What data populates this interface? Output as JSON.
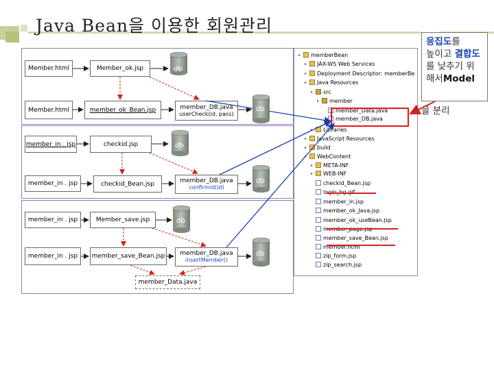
{
  "title": "Java Bean을 이용한 회원관리",
  "db_label": "db",
  "panels": [
    {
      "row1": {
        "left": "Member.html",
        "right": "Member_ok.jsp"
      },
      "row2": {
        "left": "Member.html",
        "mid": "member_ok_Bean.jsp",
        "right": "member_DB.java",
        "right_sub": "userCheck(id, pass)"
      }
    },
    {
      "row1": {
        "left": "member_in . jsp",
        "right": "checkid.jsp"
      },
      "row2": {
        "left": "member_in . jsp",
        "mid": "checkid_Bean.jsp",
        "right": "member_DB.java",
        "right_sub": "confirmid(id)"
      }
    },
    {
      "row1": {
        "left": "member_in . jsp",
        "right": "Member_save.jsp"
      },
      "row2": {
        "left": "member_in . jsp",
        "mid": "member_save_Bean.jsp",
        "right": "member_DB.java",
        "right_sub": "insertMember()"
      },
      "bottom": "member_Data.java"
    }
  ],
  "tree": [
    {
      "text": "memberBean",
      "level": 0,
      "icon": "project-icon"
    },
    {
      "text": "JAX-WS Web Services",
      "level": 1,
      "icon": "folder-icon"
    },
    {
      "text": "Deployment Descriptor: memberBe",
      "level": 1,
      "icon": "folder-icon"
    },
    {
      "text": "Java Resources",
      "level": 1,
      "icon": "folder-icon"
    },
    {
      "text": "src",
      "level": 2,
      "icon": "package-icon"
    },
    {
      "text": "member",
      "level": 3,
      "icon": "package-icon"
    },
    {
      "text": "member_Data.java",
      "level": 4,
      "icon": "java-file-icon"
    },
    {
      "text": "member_DB.java",
      "level": 4,
      "icon": "java-file-icon"
    },
    {
      "text": "Libraries",
      "level": 2,
      "icon": "folder-icon"
    },
    {
      "text": "JavaScript Resources",
      "level": 1,
      "icon": "folder-icon"
    },
    {
      "text": "build",
      "level": 1,
      "icon": "folder-icon"
    },
    {
      "text": "WebContent",
      "level": 1,
      "icon": "folder-icon"
    },
    {
      "text": "META-INF",
      "level": 2,
      "icon": "folder-icon"
    },
    {
      "text": "WEB-INF",
      "level": 2,
      "icon": "folder-icon"
    },
    {
      "text": "checkid_Bean.jsp",
      "level": 2,
      "icon": "jsp-file-icon"
    },
    {
      "text": "login_bg.gif",
      "level": 2,
      "icon": "image-file-icon"
    },
    {
      "text": "member_in.jsp",
      "level": 2,
      "icon": "jsp-file-icon"
    },
    {
      "text": "member_ok_Java.jsp",
      "level": 2,
      "icon": "jsp-file-icon"
    },
    {
      "text": "member_ok_useBean.jsp",
      "level": 2,
      "icon": "jsp-file-icon"
    },
    {
      "text": "member_page.jsp",
      "level": 2,
      "icon": "jsp-file-icon"
    },
    {
      "text": "member_save_Bean.jsp",
      "level": 2,
      "icon": "jsp-file-icon"
    },
    {
      "text": "member.html",
      "level": 2,
      "icon": "html-file-icon"
    },
    {
      "text": "zip_form.jsp",
      "level": 2,
      "icon": "jsp-file-icon"
    },
    {
      "text": "zip_search.jsp",
      "level": 2,
      "icon": "jsp-file-icon"
    }
  ],
  "note": {
    "w1": "응집도",
    "w2": "를",
    "w3": "높이고 ",
    "w4": "결합도",
    "w5": "를 낮추기 위해서",
    "w6": "Model",
    "w7": "을 분리"
  },
  "colors": {
    "accent_blue": "#1a3fb0",
    "highlight_red": "#e01818",
    "panel_border": "#8b7fb3",
    "deco": "#c9cf9a"
  }
}
